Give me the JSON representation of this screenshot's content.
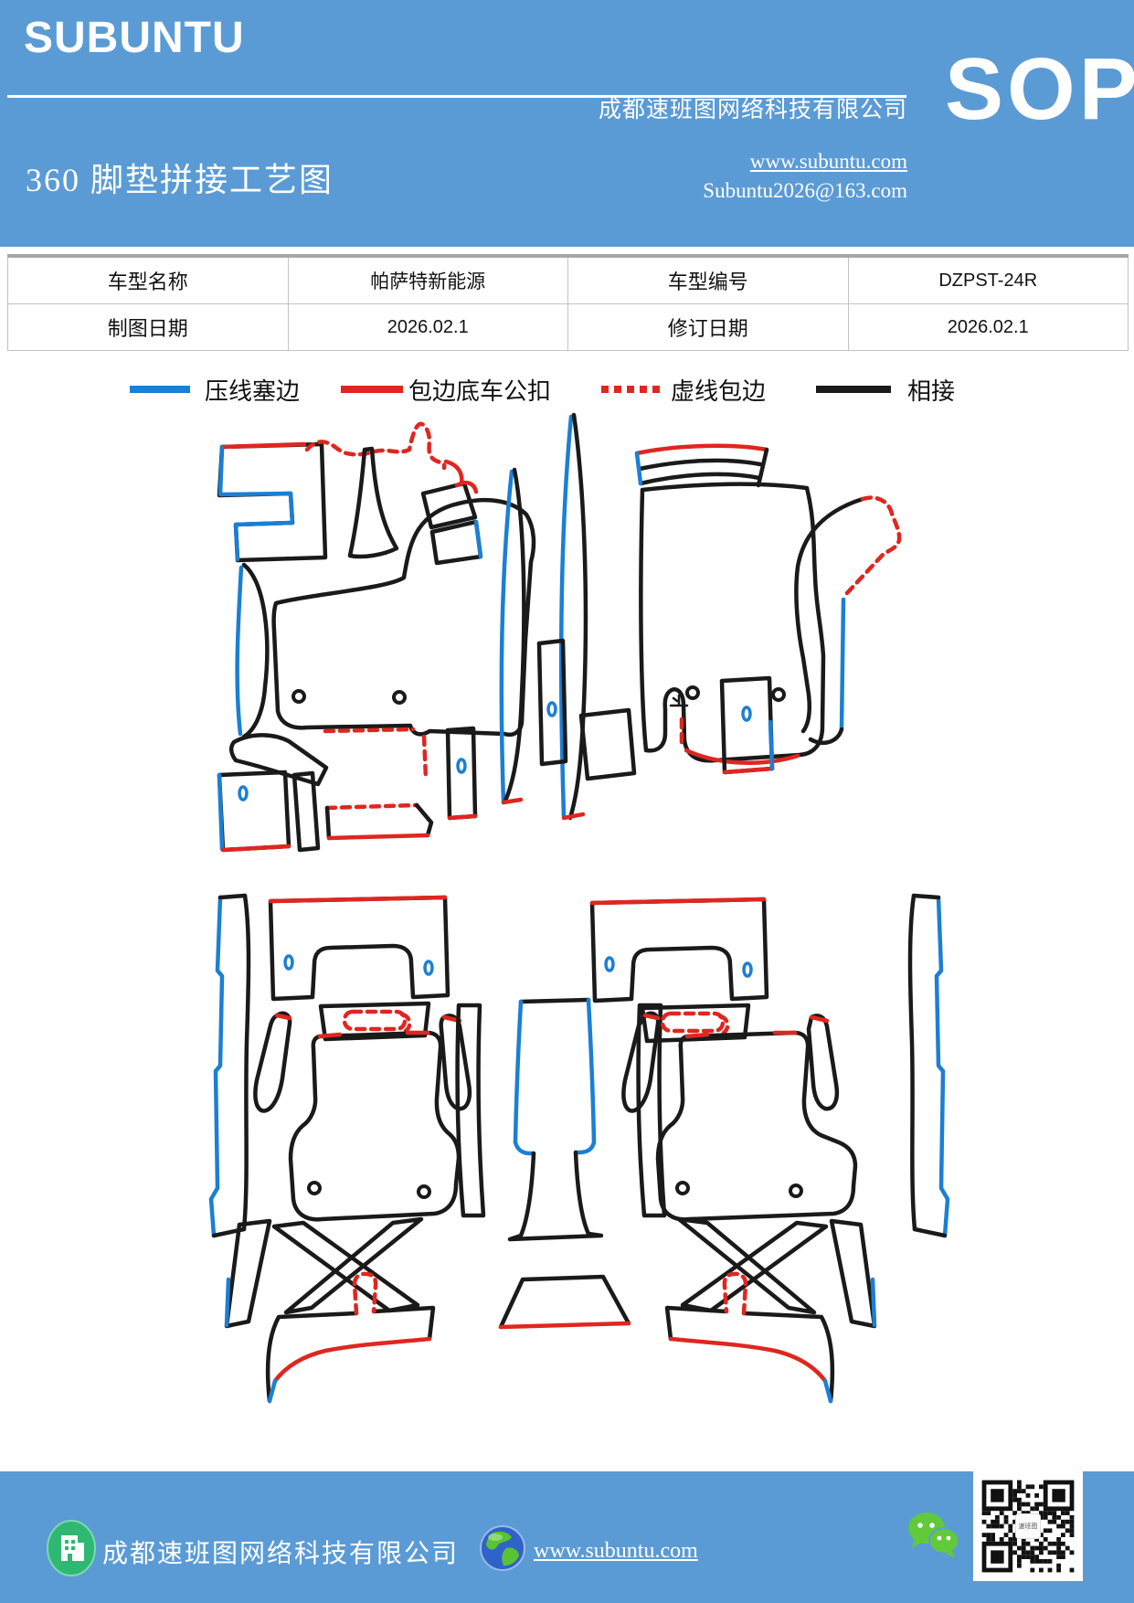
{
  "header": {
    "logo": "SUBUNTU",
    "title": "360 脚垫拼接工艺图",
    "company": "成都速班图网络科技有限公司",
    "website": "www.subuntu.com",
    "email": "Subuntu2026@163.com",
    "badge": "SOP",
    "bg_color": "#5b9bd5"
  },
  "info_table": {
    "rows": [
      [
        "车型名称",
        "帕萨特新能源",
        "车型编号",
        "DZPST-24R"
      ],
      [
        "制图日期",
        "2026.02.1",
        "修订日期",
        "2026.02.1"
      ]
    ]
  },
  "legend": {
    "items": [
      {
        "label": "压线塞边",
        "color": "#1b7fd4",
        "style": "solid"
      },
      {
        "label": "包边底车公扣",
        "color": "#e02620",
        "style": "solid"
      },
      {
        "label": "虚线包边",
        "color": "#e02620",
        "style": "dashed"
      },
      {
        "label": "相接",
        "color": "#1a1a1a",
        "style": "solid"
      }
    ]
  },
  "diagram": {
    "content": "360 floor mat cutting pattern pieces",
    "groups": [
      "front-row-mats",
      "rear-row-mats"
    ],
    "edge_colors": {
      "blue": "#1b7fd4",
      "red": "#e02620",
      "black": "#1a1a1a"
    }
  },
  "footer": {
    "company": "成都速班图网络科技有限公司",
    "website": "www.subuntu.com",
    "icons": [
      "building-icon",
      "globe-icon",
      "wechat-icon",
      "qr-code"
    ]
  }
}
